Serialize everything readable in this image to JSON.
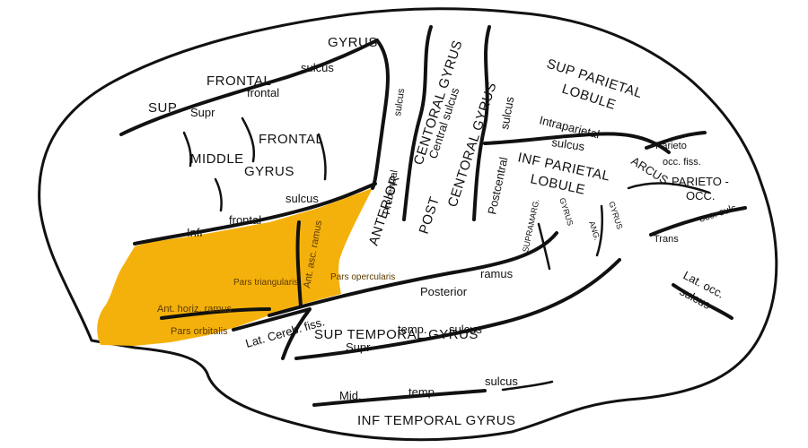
{
  "highlight_color": "#f5b10b",
  "labels": {
    "gyrus_top": "GYRUS",
    "sup": "SUP",
    "frontal": "FRONTAL",
    "sulcus_sup_frontal": "sulcus",
    "supr": "Supr",
    "frontal_lower": "frontal",
    "middle": "MIDDLE",
    "frontal_middle": "FRONTAL",
    "gyrus_middle": "GYRUS",
    "infr": "Infr",
    "frontal_infr": "frontal",
    "sulcus_infr": "sulcus",
    "pars_triangularis": "Pars triangularis",
    "ant_asc_ramus": "Ant. asc. ramus",
    "pars_opercularis": "Pars opercularis",
    "ant_horiz_ramus": "Ant. horiz. ramus",
    "pars_orbitalis": "Pars orbitalis",
    "sulcus_precentral_top": "sulcus",
    "centoral_gyrus_a": "CENTORAL GYRUS",
    "central_sulcus": "Central sulcus",
    "precentral": "Precentral",
    "anterior": "ANTERIOR",
    "centoral_gyrus_b": "CENTORAL GYRUS",
    "post": "POST",
    "sulcus_postcentral": "sulcus",
    "postcentral": "Postcentral",
    "sup_parietal": "SUP  PARIETAL",
    "lobule_top": "LOBULE",
    "intraparietal": "Intraparietal",
    "sulcus_inf_parietal": "sulcus",
    "inf_parietal": "INF  PARIETAL",
    "lobule_bottom": "LOBULE",
    "gyrus_supramarg": "GYRUS",
    "supramarg": "SUPRAMARG.",
    "ang": "ANG.",
    "gyrus_ang": "GYRUS",
    "parieto": "Parieto",
    "occ_fiss": "occ. fiss.",
    "arcus": "ARCUS",
    "parieto_occ_1": "PARIETO -",
    "parieto_occ_2": "OCC.",
    "occ_sulc": "occ. sulc.",
    "trans": "Trans",
    "lat_occ_1": "Lat. occ.",
    "lat_occ_2": "sulcus",
    "posterior_ramus_1": "Posterior",
    "posterior_ramus_2": "ramus",
    "lat_cereb_fiss": "Lat. Cereb. fiss.",
    "sup_temporal_gyrus": "SUP  TEMPORAL  GYRUS",
    "supr_temp": "Supr",
    "temp_sup": "temp.",
    "sulcus_sup_temp": "sulcus",
    "sulcus_mid_temp": "sulcus",
    "mid": "Mid.",
    "temp_mid": "temp.",
    "inf_temporal_gyrus": "INF  TEMPORAL  GYRUS"
  }
}
